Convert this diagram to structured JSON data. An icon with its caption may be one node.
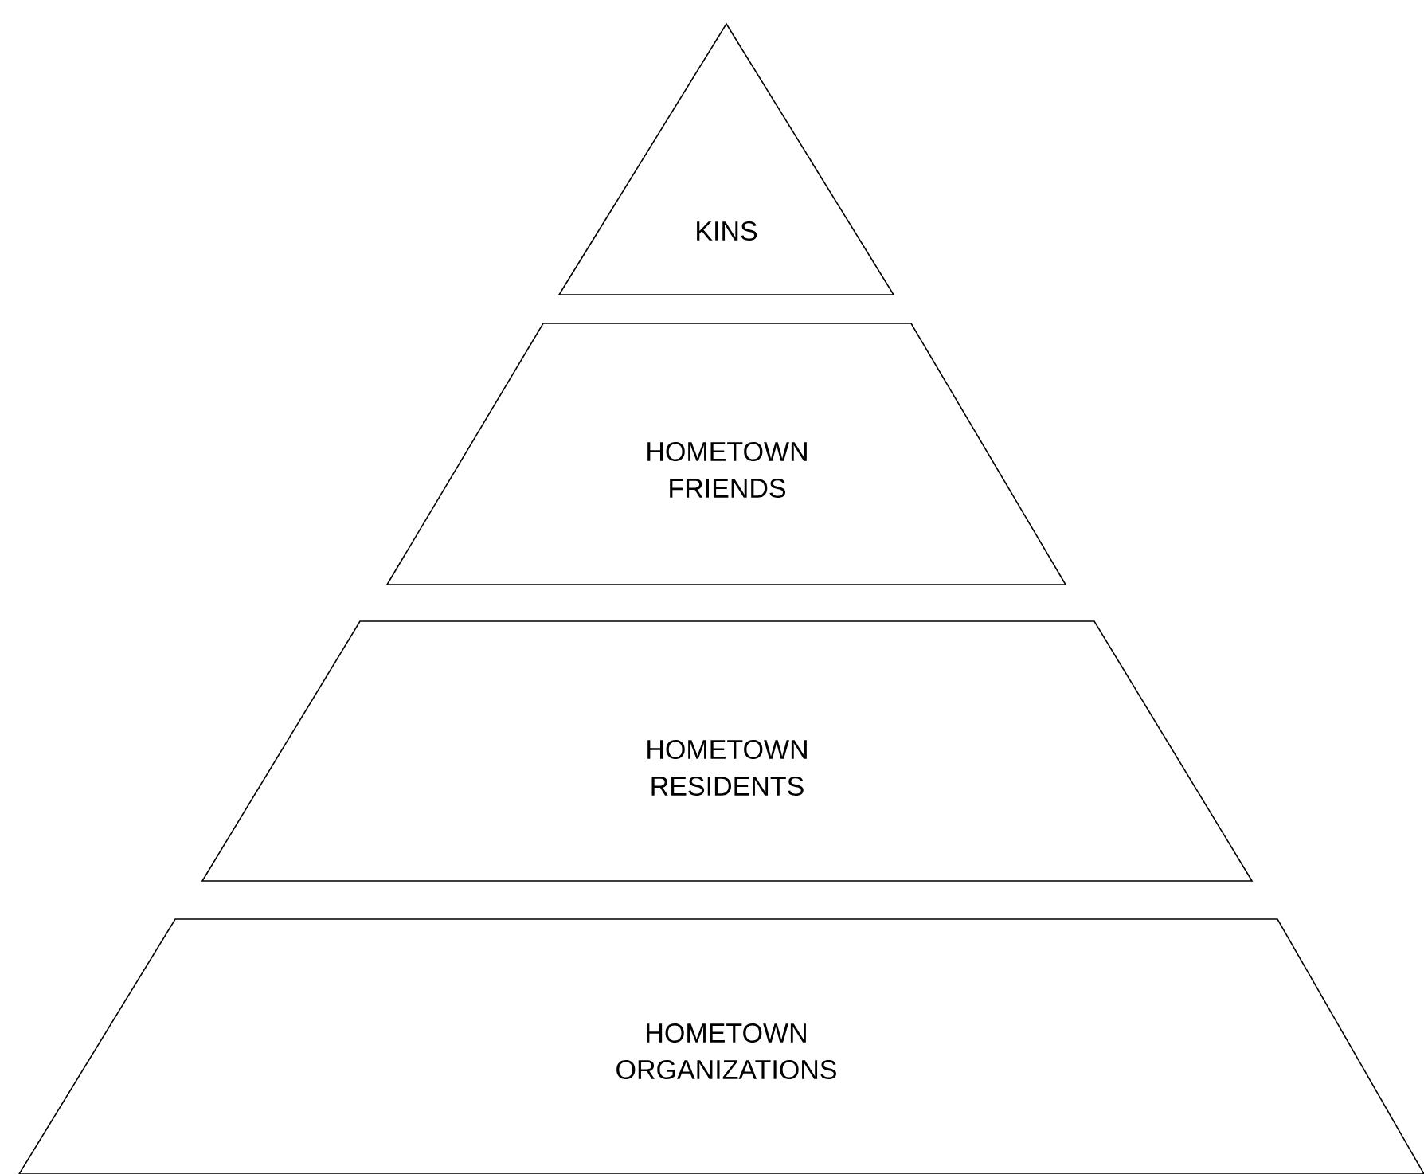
{
  "diagram": {
    "nodes": [
      {
        "text": [
          "KINS"
        ]
      },
      {
        "text": [
          "HOMETOWN FRIENDS"
        ]
      },
      {
        "text": [
          "HOMETOWN RESIDENTS"
        ]
      },
      {
        "text": [
          "HOMETOWN ORGANIZATIONS"
        ]
      }
    ]
  }
}
